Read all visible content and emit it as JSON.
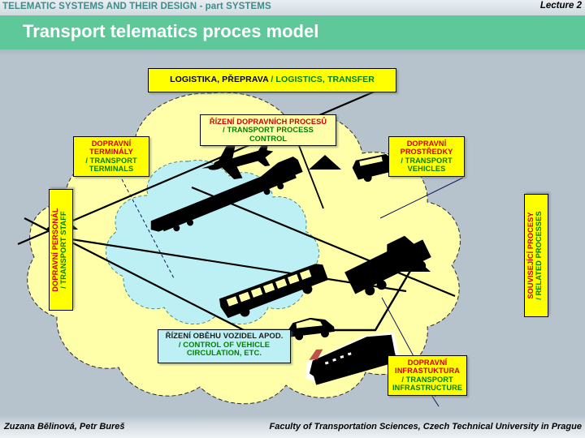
{
  "header": {
    "course_title": "TELEMATIC SYSTEMS AND THEIR DESIGN -  part SYSTEMS",
    "lecture_label": "Lecture 2",
    "slide_title": "Transport telematics proces model",
    "band_color": "#5ec89b",
    "title_color": "#3f8c86"
  },
  "diagram": {
    "outer_cloud_color": "#ffffaa",
    "inner_cloud_color": "#bdf0f5",
    "line_color": "#000000",
    "leader_color": "#1a1a6e",
    "boxes": {
      "logistics": {
        "cz": "LOGISTIKA, PŘEPRAVA ",
        "en": "/ LOGISTICS, TRANSFER",
        "fill": "#ffff00"
      },
      "process_control": {
        "cz": "ŘÍZENÍ DOPRAVNÍCH PROCESŮ",
        "en_line1": "/ TRANSPORT PROCESS",
        "en_line2": "CONTROL",
        "fill": "#ffffaa"
      },
      "terminals": {
        "cz_line1": "DOPRAVNÍ",
        "cz_line2": "TERMINÁLY",
        "en_line1": "/ TRANSPORT",
        "en_line2": "TERMINALS",
        "fill": "#ffff00"
      },
      "vehicles": {
        "cz_line1": "DOPRAVNÍ",
        "cz_line2": "PROSTŘEDKY",
        "en_line1": "/ TRANSPORT",
        "en_line2": "VEHICLES",
        "fill": "#ffff00"
      },
      "staff": {
        "cz": "DOPRAVNÍ PERSONÁL",
        "en": "/ TRANSPORT STAFF",
        "fill": "#ffff00"
      },
      "related_processes": {
        "cz": "SOUVISEJÍCÍ PROCESY",
        "en": "/ RELATED PROCESSES",
        "fill": "#ffff00"
      },
      "circulation": {
        "cz": "ŘÍZENÍ OBĚHU VOZIDEL APOD.",
        "en_line1": "/ CONTROL OF VEHICLE",
        "en_line2": "CIRCULATION, ETC.",
        "fill": "#bdf0f5"
      },
      "infrastructure": {
        "cz_line1": "DOPRAVNÍ",
        "cz_line2": "INFRASTUKTURA",
        "en_line1": "/ TRANSPORT",
        "en_line2": "INFRASTRUCTURE",
        "fill": "#ffff00"
      }
    },
    "vehicle_icons": [
      "airplane-icon",
      "train-icon",
      "bus-icon",
      "van-icon",
      "truck-icon",
      "car-icon",
      "ship-icon"
    ],
    "node_count": 3
  },
  "footer": {
    "authors": "Zuzana Bělinová, Petr Bureš",
    "institution": "Faculty of Transportation Sciences, Czech Technical University in Prague"
  }
}
